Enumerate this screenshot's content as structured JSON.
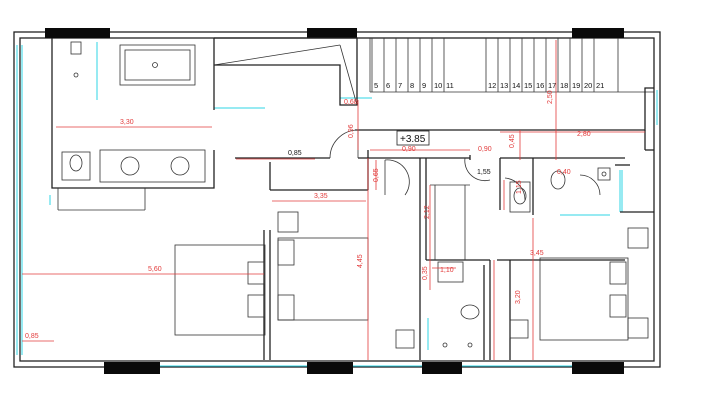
{
  "level_marker": "+3.85",
  "dimensions": {
    "d330": "3,30",
    "d560": "5,60",
    "d085a": "0,85",
    "d085b": "0,85",
    "d068": "0,68",
    "d096": "0,96",
    "d065": "0,65",
    "d335": "3,35",
    "d445": "4,45",
    "d090a": "0,90",
    "d090b": "0,90",
    "d045": "0,45",
    "d280": "2,80",
    "d250": "2,50",
    "d155": "1,55",
    "d212": "2,12",
    "d115": "1,15",
    "d040": "0,40",
    "d345": "3,45",
    "d320": "3,20",
    "d035": "0,35",
    "d110": "1,10"
  },
  "stair_steps": [
    "5",
    "6",
    "7",
    "8",
    "9",
    "10",
    "11",
    "12",
    "13",
    "14",
    "15",
    "16",
    "17",
    "18",
    "19",
    "20",
    "21"
  ]
}
